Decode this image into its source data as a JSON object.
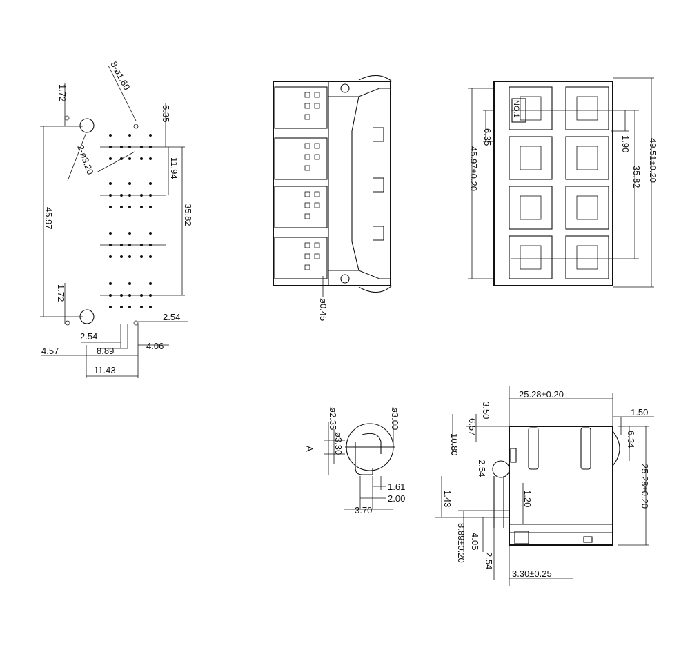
{
  "footprint": {
    "dims": [
      "1.72",
      "5.35",
      "2-ø3.20",
      "8-ø1.60",
      "11.94",
      "35.82",
      "45.97",
      "1.72",
      "2.54",
      "2.54",
      "4.57",
      "8.89",
      "4.06",
      "11.43"
    ]
  },
  "front_view": {
    "dims": [
      "ø0.45"
    ]
  },
  "back_view": {
    "dims": [
      "6.35",
      "45.97±0.20",
      "49.51±0.20",
      "1.90",
      "35.82",
      "NO.1"
    ]
  },
  "pin_detail": {
    "dims": [
      "ø2.35",
      "ø3.30",
      "ø3.00",
      "A",
      "1.61",
      "2.00",
      "3.70"
    ]
  },
  "side_view": {
    "dims": [
      "25.28±0.20",
      "1.50",
      "3.50",
      "10.80",
      "6.57",
      "6.34",
      "2.54",
      "25.28±0.20",
      "1.20",
      "1.43",
      "4.05",
      "8.89±0.20",
      "2.54",
      "3.30±0.25"
    ]
  }
}
